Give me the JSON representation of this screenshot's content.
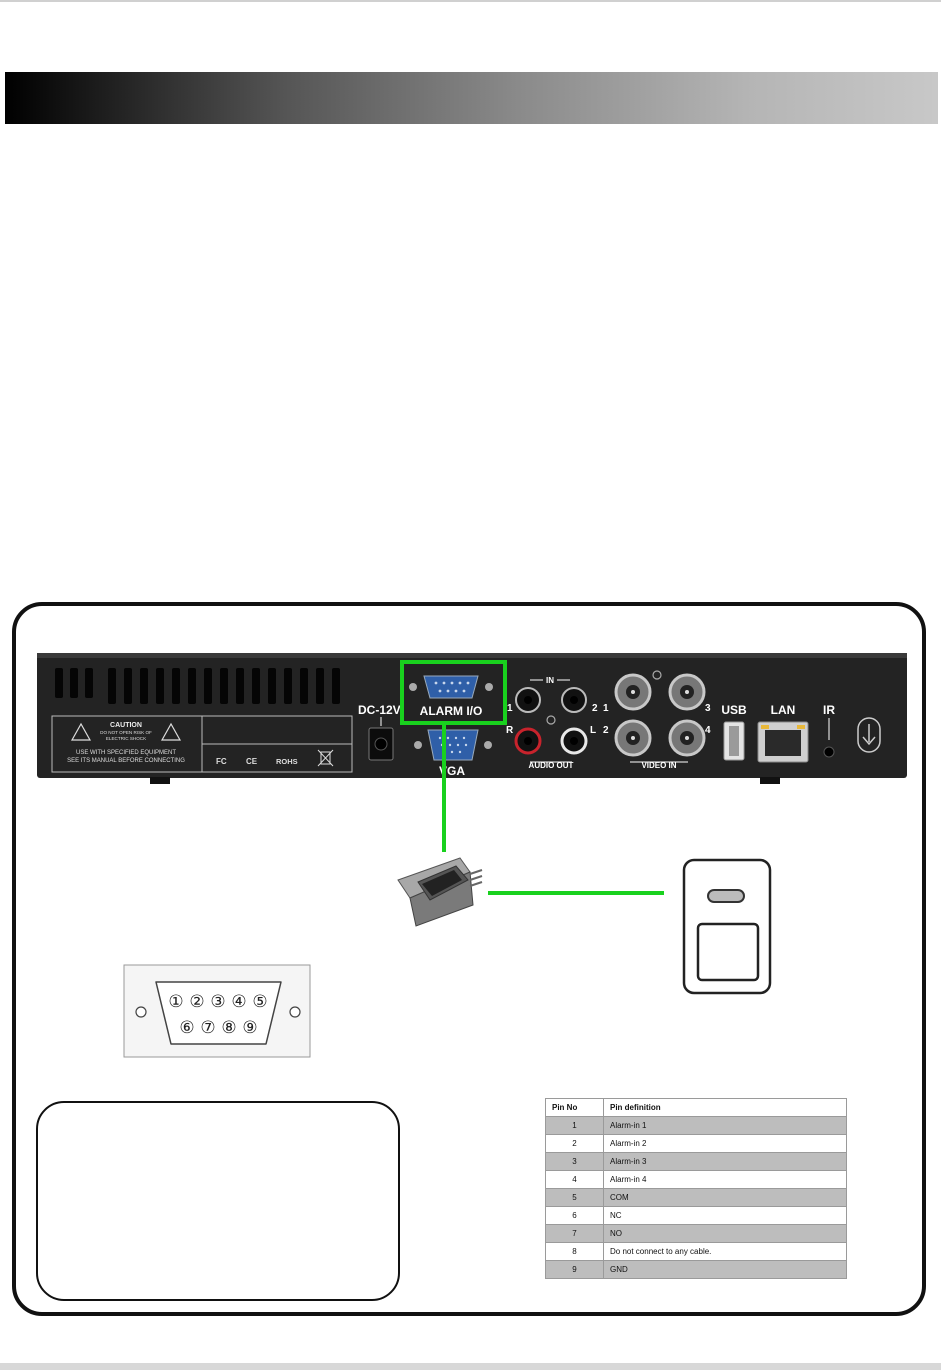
{
  "device": {
    "labels": {
      "dc": "DC-12V",
      "alarm": "ALARM I/O",
      "vga": "VGA",
      "audio_in": "IN",
      "audio_out": "AUDIO OUT",
      "video_in": "VIDEO IN",
      "usb": "USB",
      "lan": "LAN",
      "ir": "IR",
      "ch1": "1",
      "ch2": "2",
      "ch3": "3",
      "ch4": "4",
      "l": "L",
      "r": "R"
    },
    "caution": {
      "title": "CAUTION",
      "line1": "DO NOT OPEN RISK OF",
      "line2": "ELECTRIC SHOCK",
      "line3": "USE    WITH    SPECIFIED    EQUIPMENT",
      "line4": "SEE ITS MANUAL BEFORE CONNECTING",
      "fc": "FC",
      "ce": "CE",
      "rohs": "ROHS"
    }
  },
  "db9": {
    "top_pins": [
      "①",
      "②",
      "③",
      "④",
      "⑤"
    ],
    "bottom_pins": [
      "⑥",
      "⑦",
      "⑧",
      "⑨"
    ]
  },
  "pin_table": {
    "headers": [
      "Pin No",
      "Pin definition"
    ],
    "rows": [
      {
        "pin": "1",
        "definition": "Alarm-in 1"
      },
      {
        "pin": "2",
        "definition": "Alarm-in 2"
      },
      {
        "pin": "3",
        "definition": "Alarm-in 3"
      },
      {
        "pin": "4",
        "definition": "Alarm-in 4"
      },
      {
        "pin": "5",
        "definition": "COM"
      },
      {
        "pin": "6",
        "definition": "NC"
      },
      {
        "pin": "7",
        "definition": "NO"
      },
      {
        "pin": "8",
        "definition": "Do not connect to any cable."
      },
      {
        "pin": "9",
        "definition": "GND"
      }
    ]
  },
  "colors": {
    "highlight": "#19d11e",
    "device_body": "#232323",
    "vga_blue": "#2f5fa8"
  }
}
